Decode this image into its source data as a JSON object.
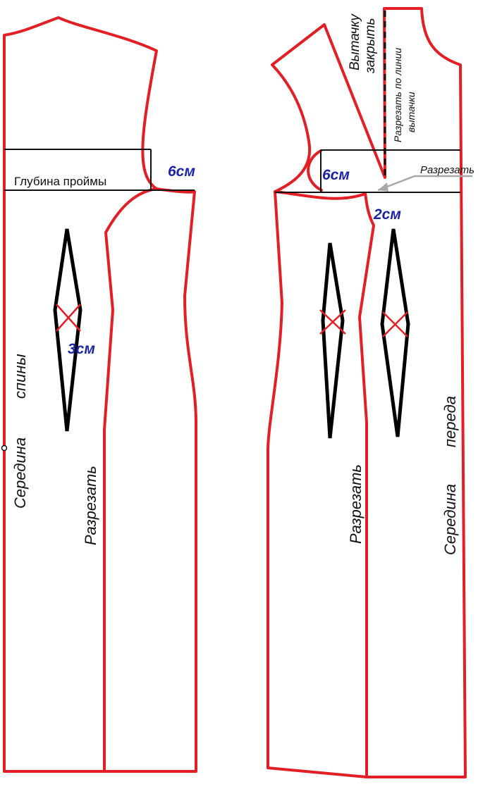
{
  "labels": {
    "back_armhole_depth": "Глубина проймы",
    "back_armhole_width": "6см",
    "back_dart_offset": "3см",
    "back_center": "Середина",
    "back_center_word2": "спины",
    "back_side_cut": "Разрезать",
    "front_dart_close_1": "Вытачку",
    "front_dart_close_2": "закрыть",
    "front_cut_dart_line_1": "Разрезать по линии",
    "front_cut_dart_line_2": "вытачки",
    "front_cut_arrow": "Разрезать",
    "front_armhole_width": "6см",
    "front_armhole_offset": "2см",
    "front_side_cut": "Разрезать",
    "front_center": "Середина",
    "front_center_word2": "переда"
  },
  "colors": {
    "outline": "#e31e24",
    "construction": "#111111",
    "measurement": "#1a23a8",
    "pointer": "#a8a8a8"
  }
}
